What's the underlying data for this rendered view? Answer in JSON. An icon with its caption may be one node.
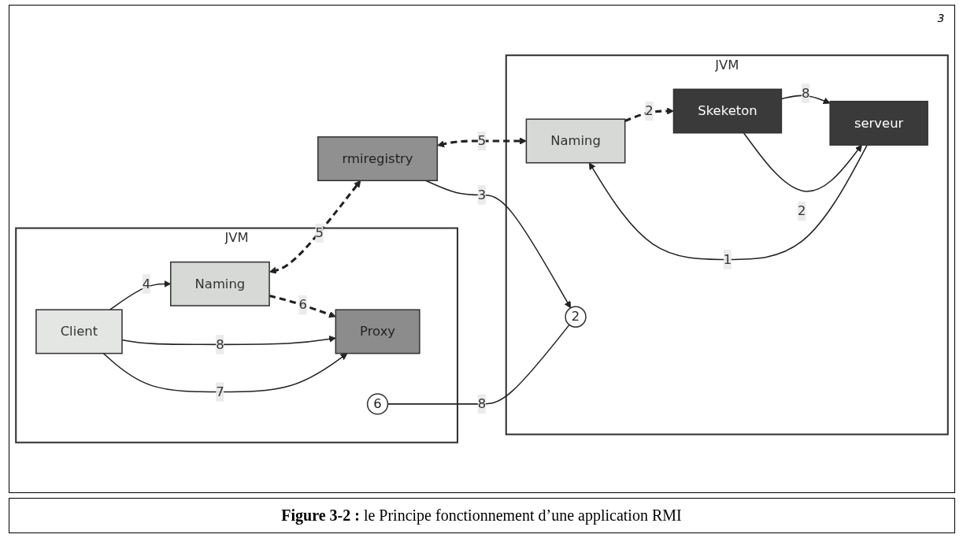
{
  "diagram": {
    "caption": "**Figure 3-2 :** le Principe fonctionnement d’une application RMI",
    "nodes": [
      {
        "text": [
          "JVM"
        ]
      },
      {
        "text": [
          "Client"
        ],
        "in": 0
      },
      {
        "text": [
          "Naming"
        ],
        "in": 0
      },
      {
        "text": [
          "Proxy"
        ],
        "in": 0
      },
      {
        "text": [
          "6"
        ],
        "in": 0
      },
      {
        "text": [
          "rmiregistry"
        ]
      },
      {
        "text": [
          "JVM"
        ]
      },
      {
        "text": [
          "Naming"
        ],
        "in": 6
      },
      {
        "text": [
          "serveur"
        ],
        "in": 6
      },
      {
        "text": [
          "2"
        ],
        "in": 6
      },
      {
        "text": [
          "Skeketon"
        ],
        "in": 6
      }
    ],
    "edges": [
      {
        "from": 1,
        "to": 2,
        "arrow": "to",
        "label": "4"
      },
      {
        "from": 2,
        "to": 5,
        "arrow": "both",
        "label": "5",
        "style": "dashed"
      },
      {
        "from": 5,
        "to": 7,
        "arrow": "both",
        "label": "5",
        "style": "dashed"
      },
      {
        "from": 2,
        "to": 3,
        "arrow": "to",
        "label": "6",
        "style": "dashed"
      },
      {
        "from": 1,
        "to": 3,
        "arrow": "to",
        "label": "8"
      },
      {
        "from": 1,
        "to": 3,
        "arrow": "to",
        "label": "7"
      },
      {
        "from": 5,
        "to": 9,
        "arrow": "to",
        "label": "3"
      },
      {
        "from": 4,
        "to": 9,
        "arrow": "none",
        "label": "8"
      },
      {
        "from": 7,
        "to": 10,
        "arrow": "to",
        "label": "2",
        "style": "dashed"
      },
      {
        "from": 8,
        "to": 7,
        "arrow": "to",
        "label": "1"
      },
      {
        "from": 10,
        "to": 8,
        "arrow": "to",
        "label": "8"
      },
      {
        "from": 10,
        "to": 8,
        "arrow": "to",
        "label": "2"
      }
    ],
    "labels": [
      "3"
    ]
  }
}
